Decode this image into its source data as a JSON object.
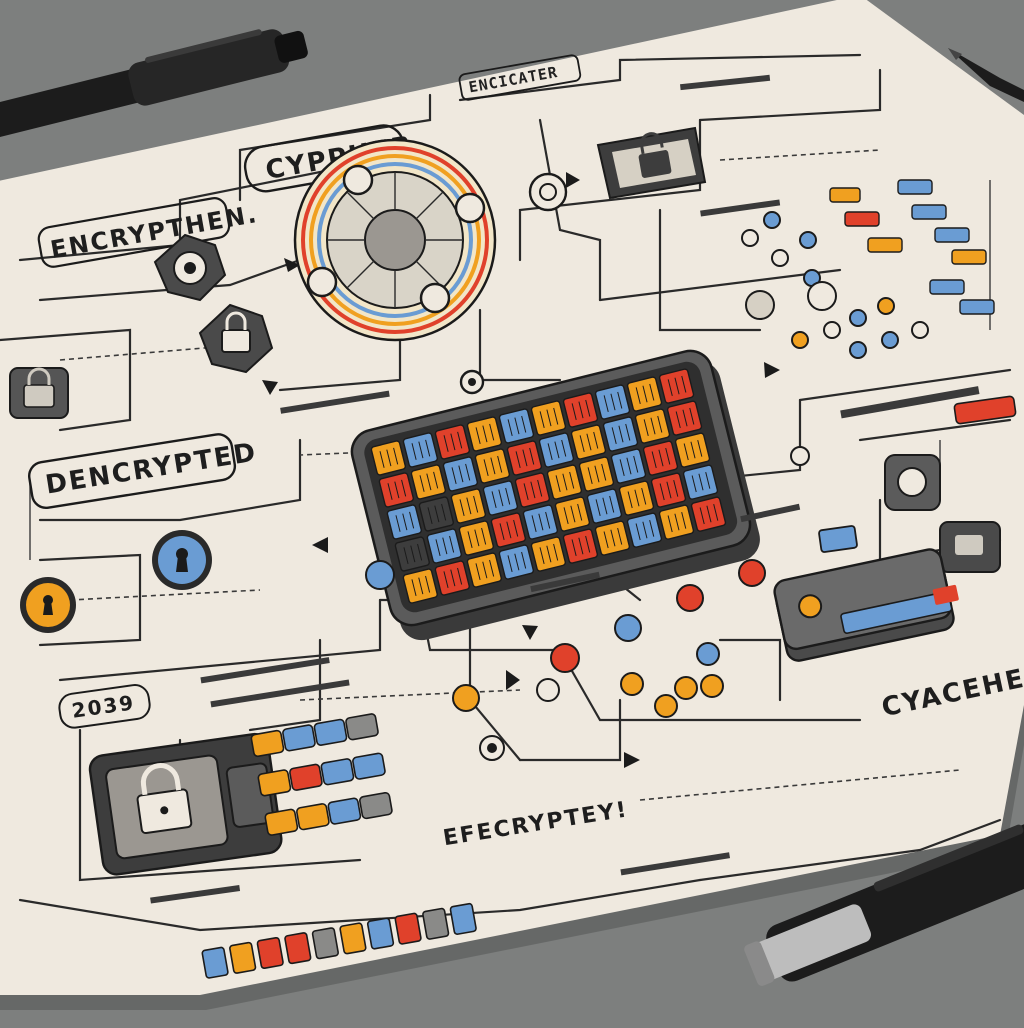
{
  "labels": {
    "encryption": "ENCRYPTHEN.",
    "cypher": "CYPPHER",
    "decrypted": "DENCRYPTED",
    "cyacher": "CYACEHER",
    "efecrypted": "EFECRYPTEY!",
    "encicater": "ENCICATER",
    "year": "2039"
  },
  "colors": {
    "paper": "#efe9df",
    "ink": "#1b1b1b",
    "orange": "#f0a020",
    "red": "#e0412b",
    "blue": "#6a9cd3",
    "gray": "#8a8a88",
    "dark": "#3d3d3d"
  },
  "icons": [
    "padlock-icon",
    "gear-icon",
    "keyhole-icon",
    "pen-icon",
    "cipher-disc-icon",
    "node-icon"
  ],
  "grid_cells": [
    "orange",
    "blue",
    "red",
    "orange",
    "blue",
    "orange",
    "red",
    "blue",
    "orange",
    "red",
    "red",
    "orange",
    "blue",
    "orange",
    "red",
    "blue",
    "orange",
    "blue",
    "orange",
    "red",
    "blue",
    "dark",
    "orange",
    "blue",
    "red",
    "orange",
    "orange",
    "blue",
    "red",
    "orange",
    "dark",
    "blue",
    "orange",
    "red",
    "blue",
    "orange",
    "blue",
    "orange",
    "red",
    "blue",
    "orange",
    "red",
    "orange",
    "blue",
    "orange",
    "red",
    "orange",
    "blue",
    "orange",
    "red"
  ],
  "pill_rows": [
    [
      "orange",
      "blue",
      "blue",
      "gray"
    ],
    [
      "orange",
      "red",
      "blue",
      "blue"
    ],
    [
      "orange",
      "orange",
      "blue",
      "gray"
    ]
  ],
  "bottom_strip": [
    "blue",
    "orange",
    "red",
    "red",
    "gray",
    "orange",
    "blue",
    "red",
    "gray",
    "blue"
  ]
}
